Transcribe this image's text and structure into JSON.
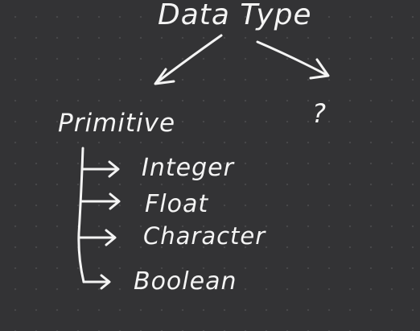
{
  "diagram": {
    "root": {
      "label": "Data Type"
    },
    "branches": [
      {
        "label": "Primitive",
        "children": [
          {
            "label": "Integer"
          },
          {
            "label": "Float"
          },
          {
            "label": "Character"
          },
          {
            "label": "Boolean"
          }
        ]
      },
      {
        "label": "?"
      }
    ]
  },
  "colors": {
    "background": "#333335",
    "ink": "#f4f4f4"
  }
}
